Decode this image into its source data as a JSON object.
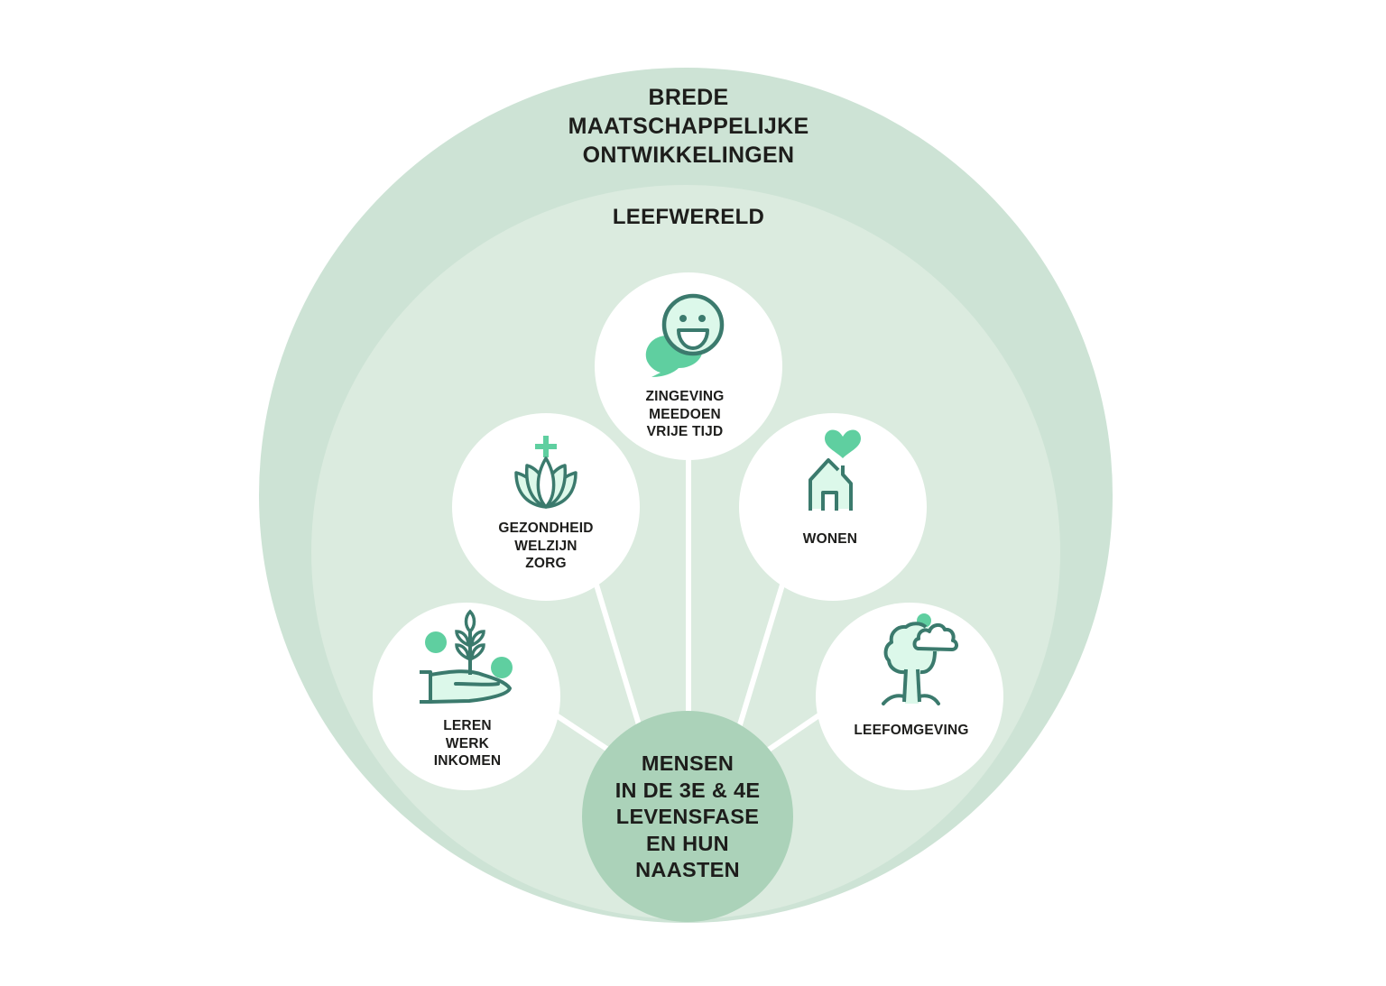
{
  "diagram": {
    "outer_ring": {
      "title_lines": [
        "BREDE",
        "MAATSCHAPPELIJKE",
        "ONTWIKKELINGEN"
      ]
    },
    "inner_ring": {
      "title_lines": [
        "LEEFWERELD"
      ]
    },
    "center": {
      "lines": [
        "MENSEN",
        "IN DE 3E & 4E",
        "LEVENSFASE",
        "EN HUN",
        "NAASTEN"
      ]
    },
    "nodes": [
      {
        "id": "zingeving",
        "icon": "smiley-speech-bubble-icon",
        "lines": [
          "ZINGEVING",
          "MEEDOEN",
          "VRIJE TIJD"
        ]
      },
      {
        "id": "gezondheid",
        "icon": "lotus-cross-icon",
        "lines": [
          "GEZONDHEID",
          "WELZIJN",
          "ZORG"
        ]
      },
      {
        "id": "wonen",
        "icon": "house-heart-icon",
        "lines": [
          "WONEN"
        ]
      },
      {
        "id": "leren",
        "icon": "hand-plant-icon",
        "lines": [
          "LEREN",
          "WERK",
          "INKOMEN"
        ]
      },
      {
        "id": "leefomgeving",
        "icon": "tree-cloud-icon",
        "lines": [
          "LEEFOMGEVING"
        ]
      }
    ],
    "colors": {
      "outer_ring": "#cde3d5",
      "inner_ring": "#dbebdf",
      "center": "#abd2b9",
      "node_bg": "#ffffff",
      "connector": "#ffffff",
      "icon_stroke": "#3b7a6d",
      "icon_accent": "#5fcfa0",
      "icon_light": "#dcf8ea",
      "text": "#1d1d1b"
    }
  }
}
